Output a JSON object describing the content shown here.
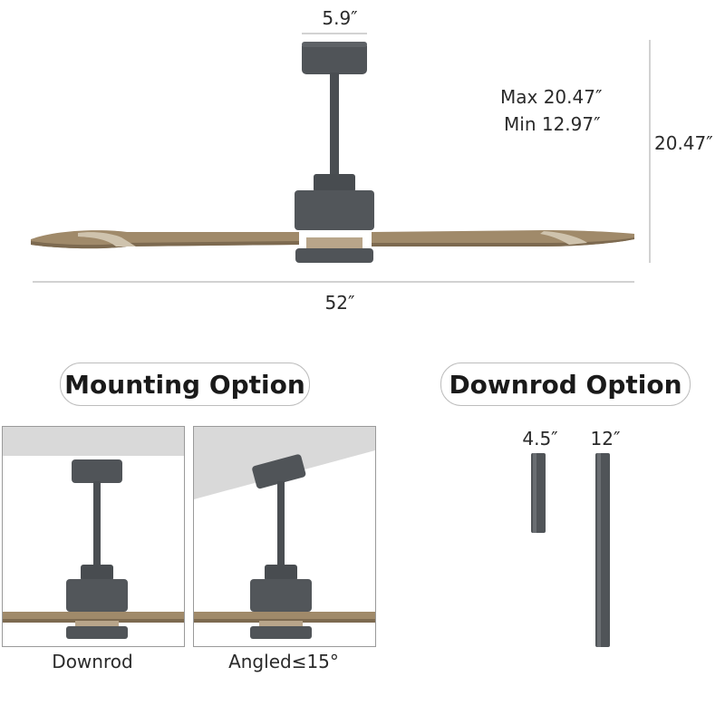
{
  "dimensions": {
    "canopy_width": "5.9″",
    "height_max": "Max 20.47″",
    "height_min": "Min 12.97″",
    "overall_height": "20.47″",
    "blade_span": "52″"
  },
  "mounting": {
    "title": "Mounting Option",
    "options": [
      {
        "label": "Downrod"
      },
      {
        "label": "Angled≤15°"
      }
    ]
  },
  "downrod": {
    "title": "Downrod Option",
    "rods": [
      {
        "label": "4.5″"
      },
      {
        "label": "12″"
      }
    ]
  },
  "colors": {
    "metal": "#4f5357",
    "metal_dark": "#3b3e42",
    "wood": "#a08a6a",
    "wood_dark": "#7d6a50",
    "ceiling": "#d9d9d9",
    "dim_line": "#c4c4c4"
  }
}
